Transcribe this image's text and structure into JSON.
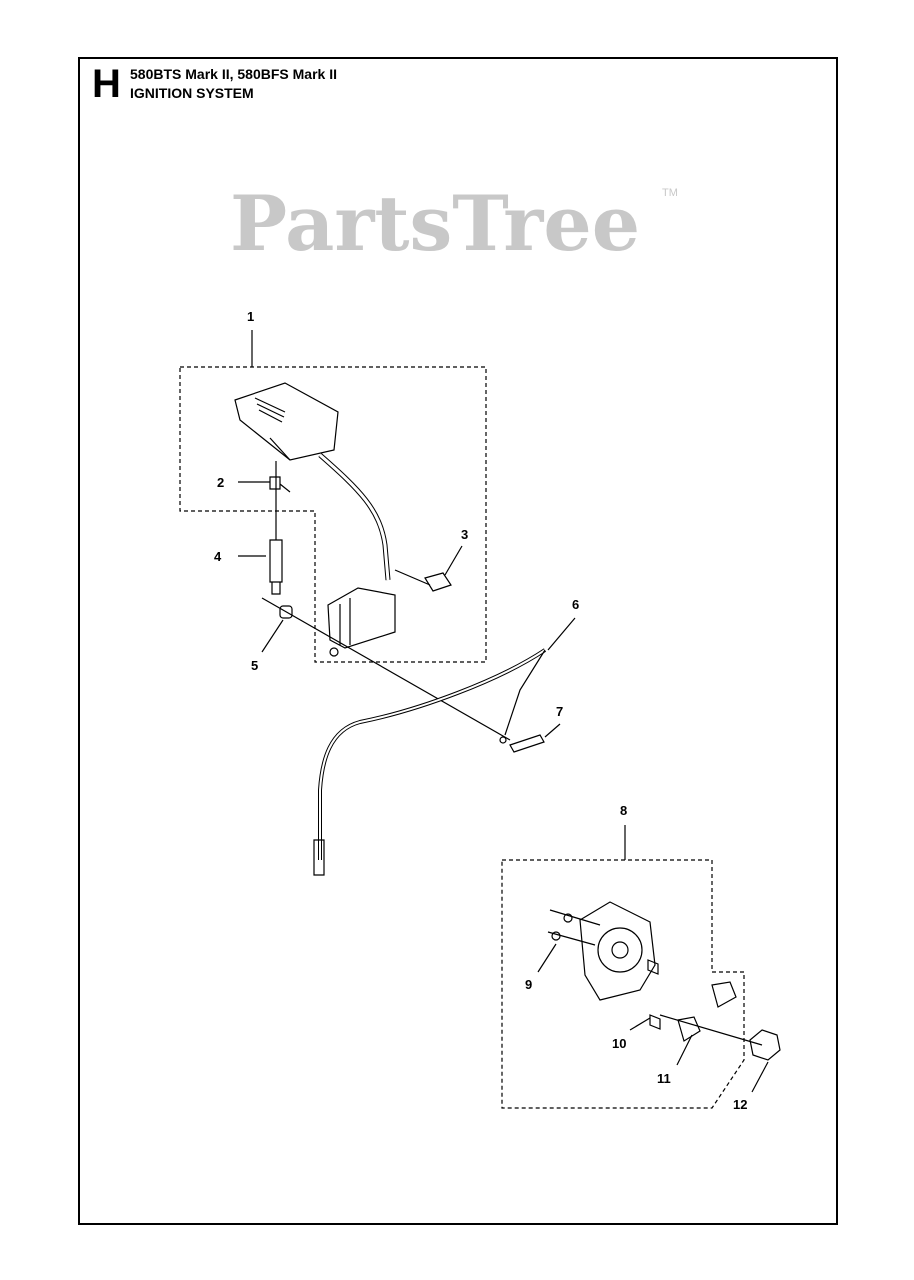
{
  "header": {
    "section_letter": "H",
    "models": "580BTS Mark II, 580BFS Mark II",
    "title": "IGNITION SYSTEM"
  },
  "watermark": {
    "text": "PartsTree",
    "tm": "TM"
  },
  "callouts": [
    {
      "number": "1"
    },
    {
      "number": "2"
    },
    {
      "number": "3"
    },
    {
      "number": "4"
    },
    {
      "number": "5"
    },
    {
      "number": "6"
    },
    {
      "number": "7"
    },
    {
      "number": "8"
    },
    {
      "number": "9"
    },
    {
      "number": "10"
    },
    {
      "number": "11"
    },
    {
      "number": "12"
    }
  ]
}
